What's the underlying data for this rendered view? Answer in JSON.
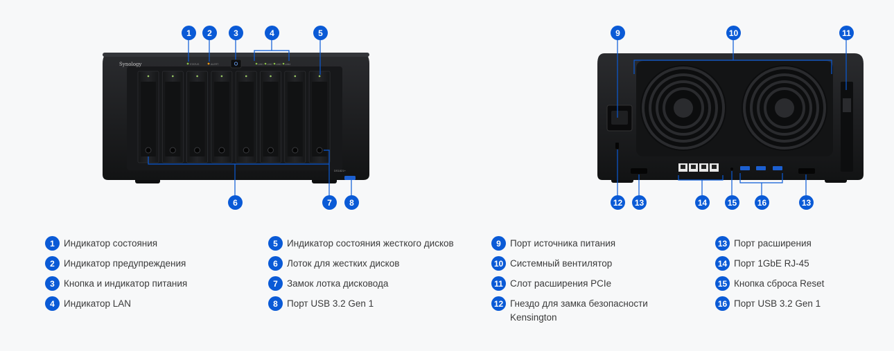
{
  "front_device": {
    "brand": "Synology",
    "model": "DS1821+",
    "front_labels": [
      "STATUS",
      "ALERT",
      "LAN1",
      "LAN2",
      "LAN3",
      "LAN4"
    ]
  },
  "callouts": [
    "1",
    "2",
    "3",
    "4",
    "5",
    "6",
    "7",
    "8",
    "9",
    "10",
    "11",
    "12",
    "13",
    "14",
    "15",
    "16",
    "13"
  ],
  "legend": [
    {
      "num": "1",
      "text": "Индикатор состояния"
    },
    {
      "num": "2",
      "text": "Индикатор предупреждения"
    },
    {
      "num": "3",
      "text": "Кнопка и индикатор питания"
    },
    {
      "num": "4",
      "text": "Индикатор LAN"
    },
    {
      "num": "5",
      "text": "Индикатор состояния жесткого дисков"
    },
    {
      "num": "6",
      "text": "Лоток для жестких дисков"
    },
    {
      "num": "7",
      "text": "Замок лотка дисковода"
    },
    {
      "num": "8",
      "text": "Порт USB 3.2 Gen 1"
    },
    {
      "num": "9",
      "text": "Порт источника питания"
    },
    {
      "num": "10",
      "text": "Системный вентилятор"
    },
    {
      "num": "11",
      "text": "Слот расширения PCIe"
    },
    {
      "num": "12",
      "text": "Гнездо для замка безопасности Kensington"
    },
    {
      "num": "13",
      "text": "Порт расширения"
    },
    {
      "num": "14",
      "text": "Порт 1GbE RJ-45"
    },
    {
      "num": "15",
      "text": "Кнопка сброса Reset"
    },
    {
      "num": "16",
      "text": "Порт USB 3.2 Gen 1"
    }
  ],
  "colors": {
    "accent": "#0a5ad6",
    "device": "#1b1c1e",
    "background": "#f7f8f9"
  }
}
